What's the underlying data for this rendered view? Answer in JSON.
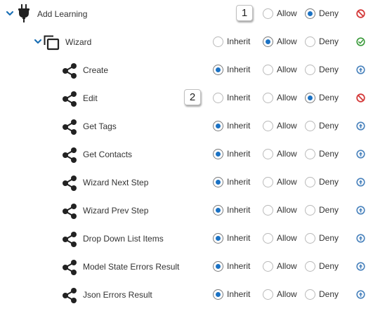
{
  "options": {
    "inherit": "Inherit",
    "allow": "Allow",
    "deny": "Deny"
  },
  "badges": [
    "1",
    "2"
  ],
  "colors": {
    "radio_fill": "#1b72c4",
    "deny_icon": "#d43a3a",
    "allow_icon": "#3a9a3a",
    "inherit_icon": "#4a83bd"
  },
  "rows": [
    {
      "label": "Add Learning",
      "selected": "deny",
      "status": "deny"
    },
    {
      "label": "Wizard",
      "selected": "allow",
      "status": "allow"
    },
    {
      "label": "Create",
      "selected": "inherit",
      "status": "inherit"
    },
    {
      "label": "Edit",
      "selected": "deny",
      "status": "deny"
    },
    {
      "label": "Get Tags",
      "selected": "inherit",
      "status": "inherit"
    },
    {
      "label": "Get Contacts",
      "selected": "inherit",
      "status": "inherit"
    },
    {
      "label": "Wizard Next Step",
      "selected": "inherit",
      "status": "inherit"
    },
    {
      "label": "Wizard Prev Step",
      "selected": "inherit",
      "status": "inherit"
    },
    {
      "label": "Drop Down List Items",
      "selected": "inherit",
      "status": "inherit"
    },
    {
      "label": "Model State Errors Result",
      "selected": "inherit",
      "status": "inherit"
    },
    {
      "label": "Json Errors Result",
      "selected": "inherit",
      "status": "inherit"
    }
  ]
}
